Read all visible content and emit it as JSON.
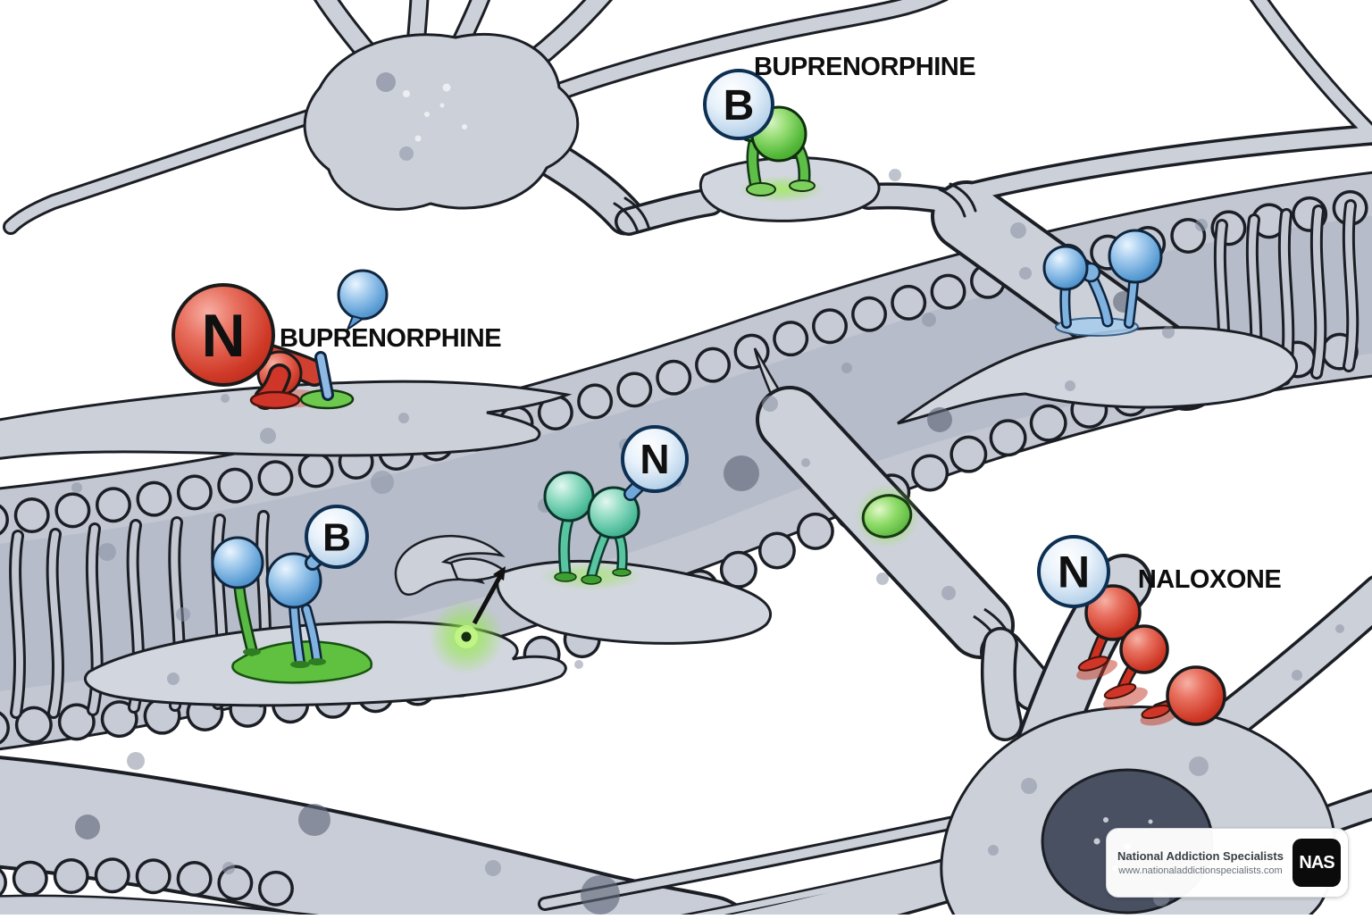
{
  "illustration": {
    "title_context": "Buprenorphine and naloxone at neuronal opioid receptors",
    "labels": {
      "buprenorphine_top": "BUPRENORPHINE",
      "buprenorphine_left": "BUPRENORPHINE",
      "naloxone": "NALOXONE"
    },
    "badges": {
      "buprenorphine_top": "B",
      "naloxone_blocked_left": "N",
      "buprenorphine_bound": "B",
      "naloxone_mid": "N",
      "naloxone_right": "N"
    },
    "colors": {
      "background": "#ffffff",
      "neuron_gray": "#ccd0d9",
      "band_gray": "#c2c7d2",
      "outline": "#1b1e24",
      "buprenorphine_blue": "#5e9fd6",
      "receptor_green": "#54b93a",
      "partial_agonist_teal": "#4fbd9b",
      "naloxone_red": "#d03a28",
      "glow_green": "#8ee842"
    }
  },
  "watermark": {
    "org_name": "National Addiction Specialists",
    "website": "www.nationaladdictionspecialists.com",
    "logo_text": "NAS"
  }
}
